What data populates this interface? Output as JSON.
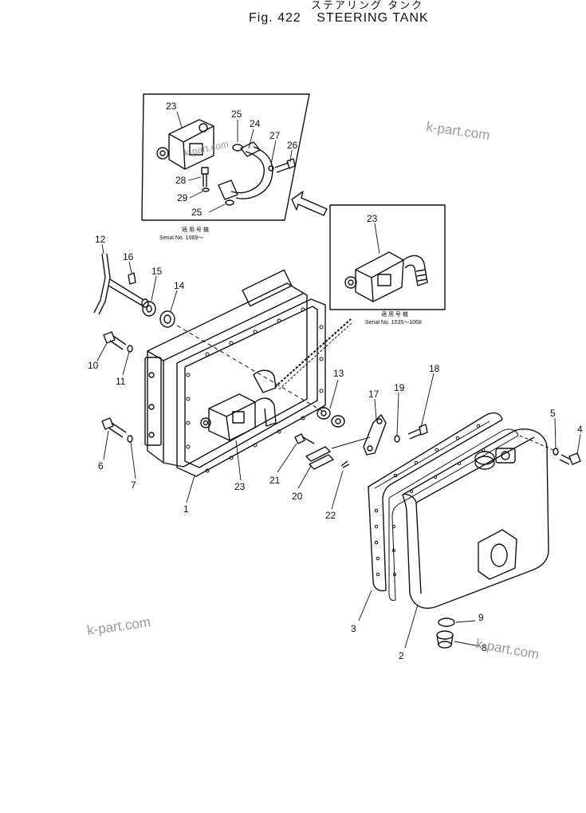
{
  "header": {
    "japanese_title": "ステアリング タンク",
    "fig_number": "Fig. 422",
    "fig_title": "STEERING TANK"
  },
  "inset_top": {
    "caption_jp": "適 用 号 機",
    "serial": "Serial No. 1069～",
    "callouts": [
      "23",
      "25",
      "24",
      "27",
      "26",
      "28",
      "29",
      "25"
    ]
  },
  "inset_right": {
    "caption_jp": "適 用 号 機",
    "serial": "Serial No. 1035～1068",
    "callouts": [
      "23"
    ]
  },
  "main_callouts": [
    "12",
    "16",
    "15",
    "14",
    "10",
    "11",
    "6",
    "7",
    "1",
    "23",
    "13",
    "17",
    "19",
    "18",
    "21",
    "20",
    "22",
    "5",
    "4",
    "3",
    "2",
    "9",
    "8"
  ],
  "watermarks": [
    "k-part.com",
    "k-part.com",
    "k-part.com",
    "k-part.com"
  ]
}
